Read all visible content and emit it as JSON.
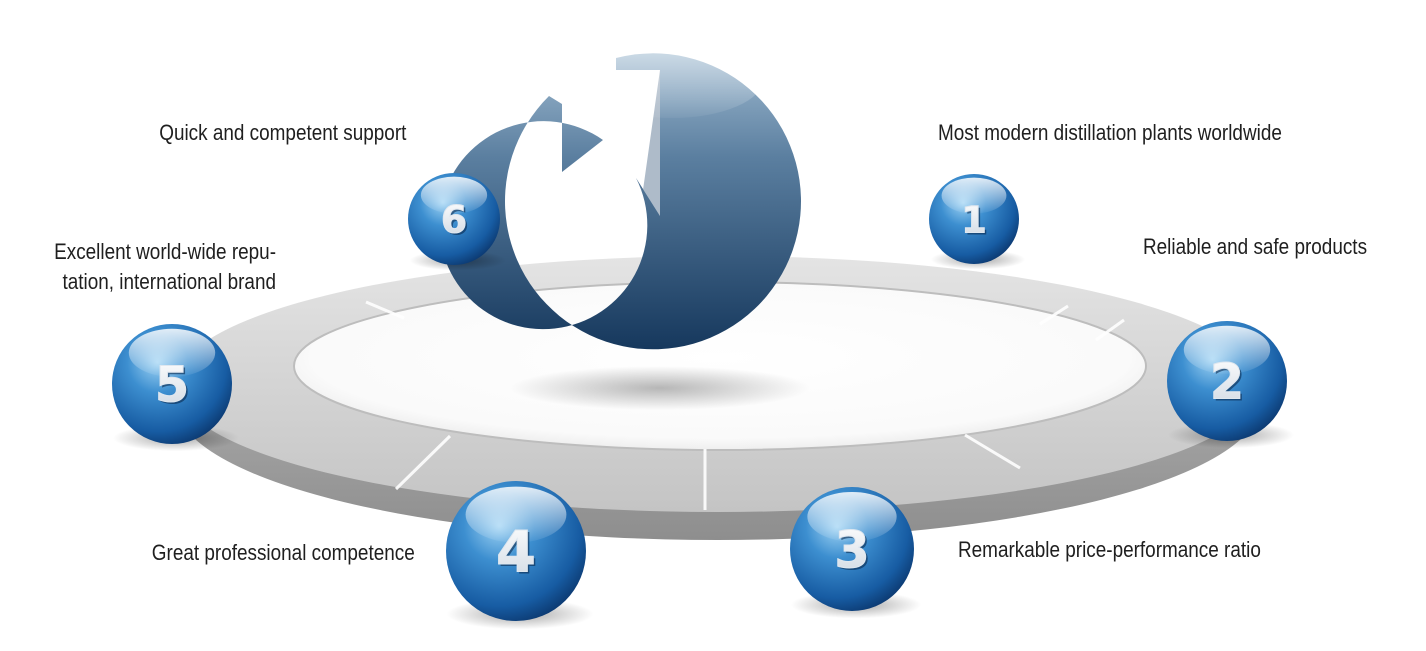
{
  "items": [
    {
      "number": "1",
      "label": [
        "Most modern distillation plants worldwide"
      ]
    },
    {
      "number": "2",
      "label": [
        "Reliable and safe products"
      ]
    },
    {
      "number": "3",
      "label": [
        "Remarkable price-performance ratio"
      ]
    },
    {
      "number": "4",
      "label": [
        "Great professional competence"
      ]
    },
    {
      "number": "5",
      "label": [
        "Excellent world-wide repu-",
        "tation, international brand"
      ]
    },
    {
      "number": "6",
      "label": [
        "Quick and competent support"
      ]
    }
  ],
  "colors": {
    "ball_light": "#8ec8ee",
    "ball_mid": "#2f7cc0",
    "ball_dark": "#0f3e7a",
    "ring_light": "#dcdcdc",
    "ring_dark": "#a9a9a9",
    "cycle_light": "#8eaec4",
    "cycle_dark": "#173c62",
    "label_text": "#1f1f1f"
  },
  "center_icon": "cycle-arrow-icon"
}
